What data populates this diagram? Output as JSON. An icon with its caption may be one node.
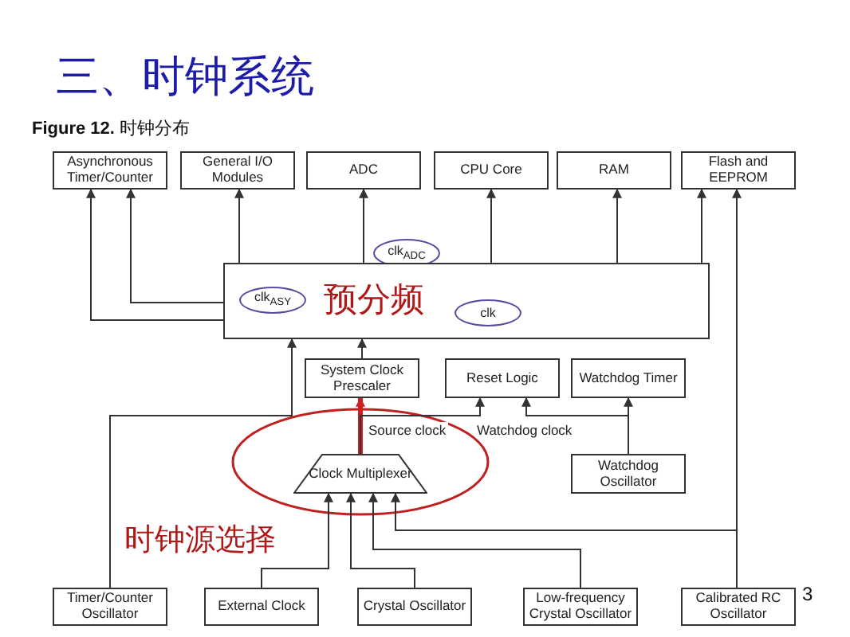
{
  "diagram": {
    "title": "三、时钟系统",
    "caption": "**Figure 12.** 时钟分布",
    "nodes": [
      {
        "text": [
          "Asynchronous Timer/Counter"
        ]
      },
      {
        "text": [
          "General I/O Modules"
        ]
      },
      {
        "text": [
          "ADC"
        ]
      },
      {
        "text": [
          "CPU Core"
        ]
      },
      {
        "text": [
          "RAM"
        ]
      },
      {
        "text": [
          "Flash and EEPROM"
        ]
      },
      {
        "text": [
          "clk$_{ADC}$"
        ]
      },
      {
        "text": [],
        "shape": "box"
      },
      {
        "text": [
          "clk$_{ASY}$"
        ],
        "in": 7
      },
      {
        "text": [
          "clk"
        ],
        "in": 7
      },
      {
        "text": [
          "System Clock Prescaler"
        ]
      },
      {
        "text": [
          "Reset Logic"
        ]
      },
      {
        "text": [
          "Watchdog Timer"
        ]
      },
      {
        "text": [
          "Clock Multiplexer"
        ]
      },
      {
        "text": [
          "Watchdog Oscillator"
        ]
      },
      {
        "text": [
          "Timer/Counter Oscillator"
        ]
      },
      {
        "text": [
          "External Clock"
        ]
      },
      {
        "text": [
          "Crystal Oscillator"
        ]
      },
      {
        "text": [
          "Low-frequency Crystal Oscillator"
        ]
      },
      {
        "text": [
          "Calibrated RC Oscillator"
        ]
      }
    ],
    "edges": [
      {
        "from": 7,
        "to": 0,
        "arrow": "to"
      },
      {
        "from": 7,
        "to": 0,
        "arrow": "to"
      },
      {
        "from": 7,
        "to": 1,
        "arrow": "to"
      },
      {
        "from": 7,
        "to": 2,
        "arrow": "to"
      },
      {
        "from": 7,
        "to": 3,
        "arrow": "to"
      },
      {
        "from": 7,
        "to": 4,
        "arrow": "to"
      },
      {
        "from": 7,
        "to": 5,
        "arrow": "to"
      },
      {
        "from": 10,
        "to": 7,
        "arrow": "to"
      },
      {
        "from": 15,
        "to": 7,
        "arrow": "to"
      },
      {
        "from": 13,
        "to": 10,
        "arrow": "to",
        "style": "thick",
        "color": "#cc2020"
      },
      {
        "from": 13,
        "to": 11,
        "arrow": "to",
        "label": "Source clock"
      },
      {
        "from": 14,
        "to": 11,
        "arrow": "to",
        "label": "Watchdog clock"
      },
      {
        "from": 14,
        "to": 12,
        "arrow": "to"
      },
      {
        "from": 16,
        "to": 13,
        "arrow": "to"
      },
      {
        "from": 17,
        "to": 13,
        "arrow": "to"
      },
      {
        "from": 18,
        "to": 13,
        "arrow": "to"
      },
      {
        "from": 19,
        "to": 13,
        "arrow": "to"
      },
      {
        "from": 19,
        "to": 5,
        "arrow": "to"
      }
    ],
    "labels": [
      "预分频",
      "时钟源选择",
      "3"
    ]
  }
}
